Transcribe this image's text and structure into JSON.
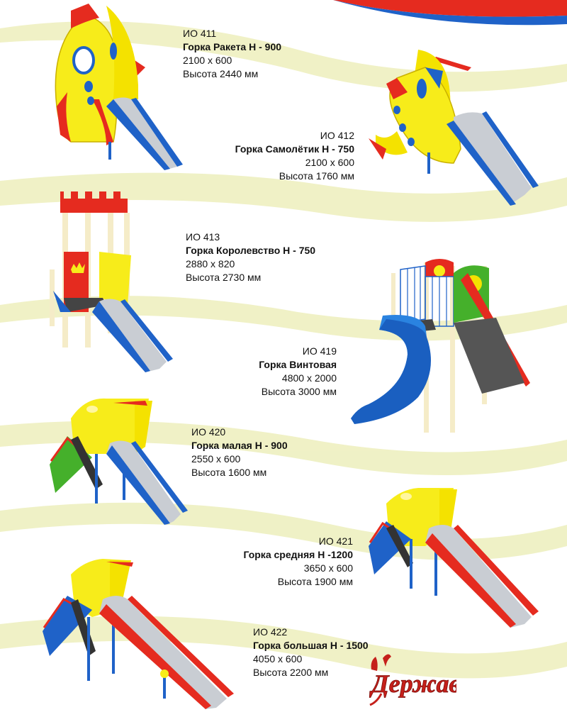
{
  "colors": {
    "yellow": "#f7ec1a",
    "red": "#e52b1f",
    "blue": "#1f62c8",
    "green": "#45b02b",
    "wave": "#e6eaa4",
    "metal": "#c9cdd3",
    "brand_red": "#c5201b"
  },
  "products": [
    {
      "code": "ИО 411",
      "name": "Горка Ракета Н - 900",
      "size": "2100 х 600",
      "height": "Высота 2440 мм",
      "image": "rocket-slide"
    },
    {
      "code": "ИО 412",
      "name": "Горка Самолётик Н - 750",
      "size": "2100 х 600",
      "height": "Высота 1760 мм",
      "image": "airplane-slide"
    },
    {
      "code": "ИО 413",
      "name": "Горка Королевство Н - 750",
      "size": "2880 х 820",
      "height": "Высота 2730 мм",
      "image": "castle-slide"
    },
    {
      "code": "ИО 419",
      "name": "Горка Винтовая",
      "size": "4800 х 2000",
      "height": "Высота 3000 мм",
      "image": "spiral-slide"
    },
    {
      "code": "ИО 420",
      "name": "Горка малая Н - 900",
      "size": "2550 х 600",
      "height": "Высота 1600 мм",
      "image": "small-slide"
    },
    {
      "code": "ИО 421",
      "name": "Горка средняя Н -1200",
      "size": "3650 х 600",
      "height": "Высота 1900 мм",
      "image": "medium-slide"
    },
    {
      "code": "ИО 422",
      "name": "Горка большая Н - 1500",
      "size": "4050 х 600",
      "height": "Высота 2200 мм",
      "image": "large-slide"
    }
  ],
  "brand": {
    "logo_text": "Держава"
  }
}
